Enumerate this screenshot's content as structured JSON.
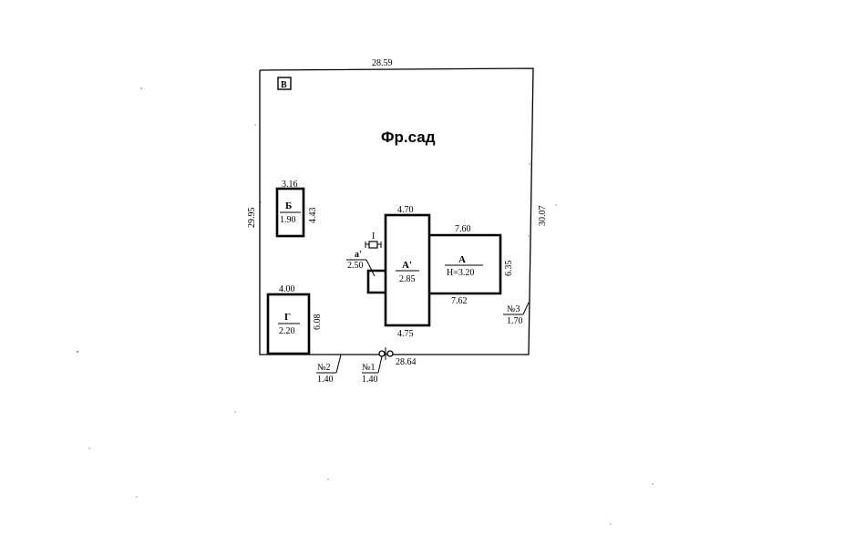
{
  "plan": {
    "garden_label": "Фр.сад",
    "corner_marker": "В",
    "boundary": {
      "top": "28.59",
      "bottom": "28.64",
      "left": "29.95",
      "right": "30.07"
    },
    "buildings": {
      "b": {
        "name": "Б",
        "value": "1.90",
        "width": "3.16",
        "depth": "4.43"
      },
      "g": {
        "name": "Г",
        "value": "2.20",
        "width": "4.00",
        "depth": "6.08"
      },
      "a_prime": {
        "name": "А'",
        "value": "2.85",
        "top": "4.70",
        "bottom": "4.75"
      },
      "a": {
        "name": "А",
        "value": "H=3.20",
        "top": "7.60",
        "bottom": "7.62",
        "side": "6.35"
      },
      "a_small": {
        "name": "а'",
        "value": "2.50"
      }
    },
    "entrance_mark": "I",
    "points": {
      "n1": {
        "label": "№1",
        "value": "1.40"
      },
      "n2": {
        "label": "№2",
        "value": "1.40"
      },
      "n3": {
        "label": "№3",
        "value": "1.70"
      }
    }
  }
}
